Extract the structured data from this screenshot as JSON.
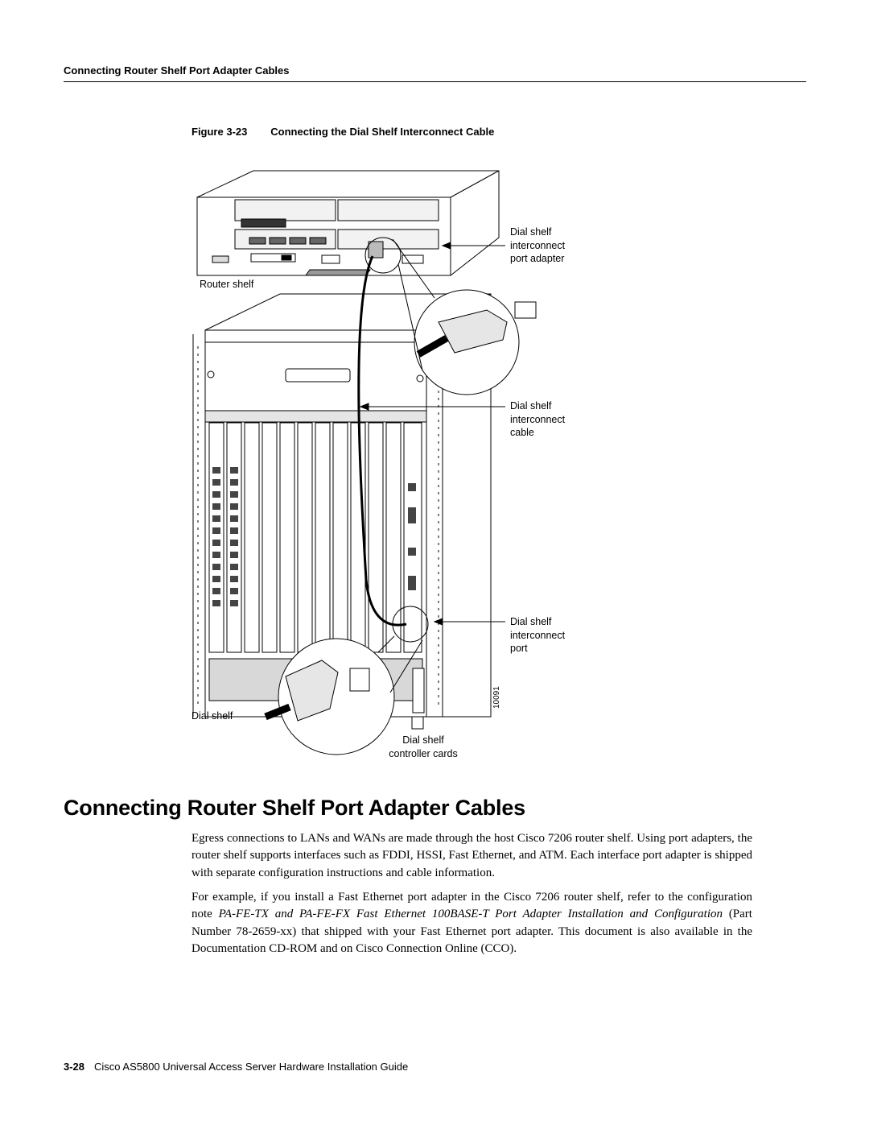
{
  "header": {
    "running_title": "Connecting Router Shelf Port Adapter Cables"
  },
  "figure": {
    "label": "Figure 3-23",
    "title": "Connecting the Dial Shelf Interconnect Cable",
    "callouts": {
      "port_adapter": [
        "Dial shelf",
        "interconnect",
        "port adapter"
      ],
      "cable": [
        "Dial shelf",
        "interconnect",
        "cable"
      ],
      "port": [
        "Dial shelf",
        "interconnect",
        "port"
      ],
      "controller_cards": [
        "Dial shelf",
        "controller cards"
      ],
      "router_shelf": "Router shelf",
      "dial_shelf": "Dial shelf"
    },
    "art_id": "10091"
  },
  "section": {
    "title": "Connecting Router Shelf Port Adapter Cables",
    "paragraph1": "Egress connections to LANs and WANs are made through the host Cisco 7206 router shelf. Using port adapters, the router shelf supports interfaces such as FDDI, HSSI, Fast Ethernet, and ATM. Each interface port adapter is shipped with separate configuration instructions and cable information.",
    "paragraph2": {
      "before": "For example, if you install a Fast Ethernet port adapter in the Cisco 7206 router shelf, refer to the configuration note ",
      "italic": "PA-FE-TX and PA-FE-FX Fast Ethernet 100BASE-T Port Adapter Installation and Configuration",
      "after": " (Part Number 78-2659-xx) that shipped with your Fast Ethernet port adapter. This document is also available in the Documentation CD-ROM and on Cisco Connection Online (CCO)."
    }
  },
  "footer": {
    "page_number": "3-28",
    "book_title": "Cisco AS5800 Universal Access Server Hardware Installation Guide"
  }
}
